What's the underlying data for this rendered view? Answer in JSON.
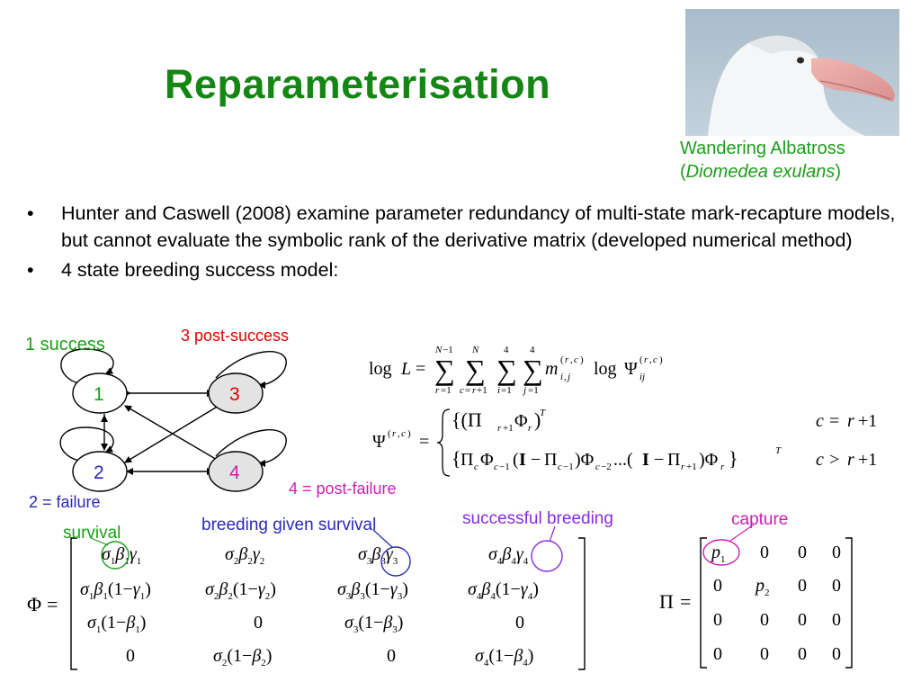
{
  "title": "Reparameterisation",
  "photo": {
    "caption_line1": "Wandering Albatross",
    "caption_open": "(",
    "caption_species": "Diomedea exulans",
    "caption_close": ")"
  },
  "bullets": [
    "Hunter and Caswell (2008) examine parameter redundancy of multi-state mark-recapture models, but cannot evaluate the symbolic rank of the derivative matrix (developed numerical method)",
    "4 state breeding success model:"
  ],
  "diagram": {
    "nodes": [
      {
        "id": "1",
        "label": "1"
      },
      {
        "id": "2",
        "label": "2"
      },
      {
        "id": "3",
        "label": "3"
      },
      {
        "id": "4",
        "label": "4"
      }
    ],
    "labels": {
      "success": "1 success",
      "post_success": "3 post-success",
      "failure": "2 = failure",
      "post_failure": "4 = post-failure"
    }
  },
  "annotations": {
    "survival": "survival",
    "breeding": "breeding given survival",
    "successful": "successful breeding",
    "capture": "capture"
  },
  "colors": {
    "title": "#138613",
    "green": "#1a9e1a",
    "blue": "#2a2ab8",
    "purple": "#8a2be2",
    "red": "#e00000",
    "magenta": "#cc1fb0"
  }
}
